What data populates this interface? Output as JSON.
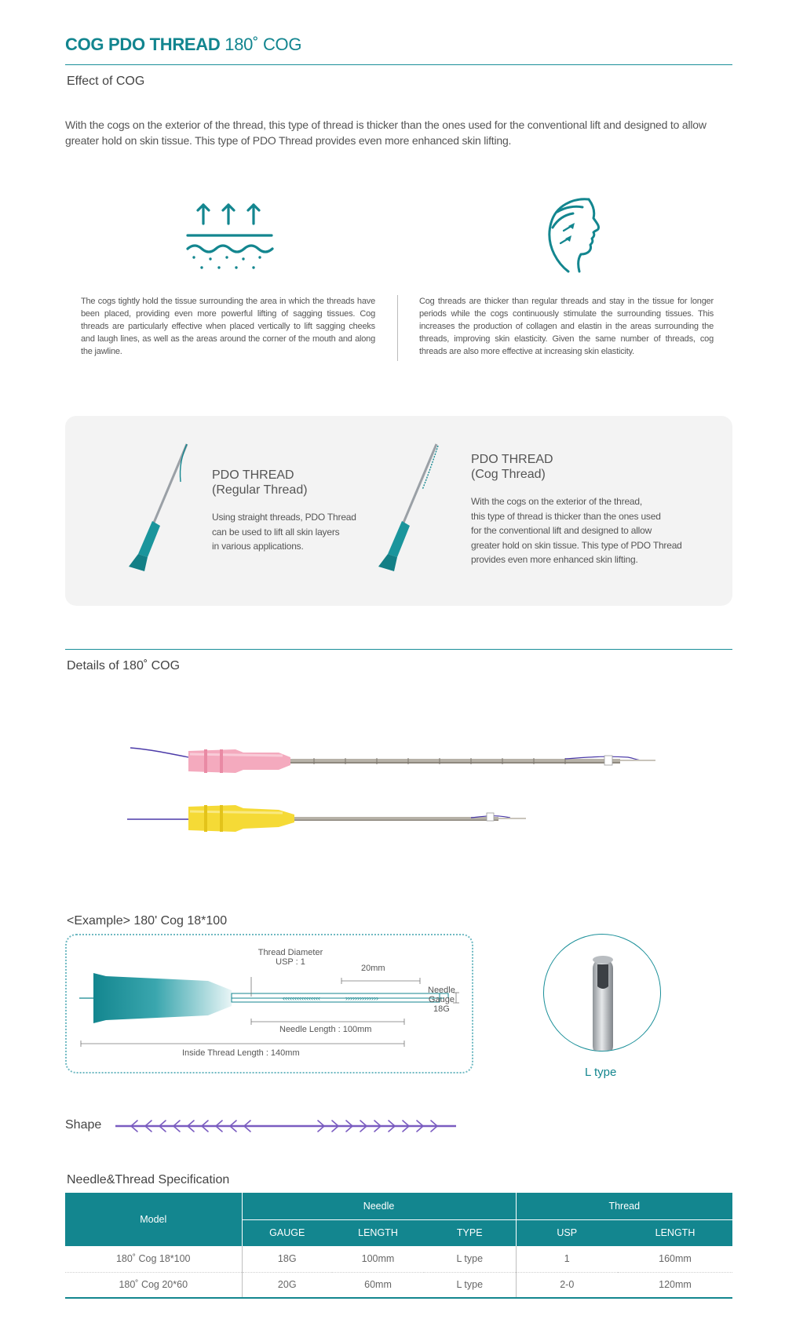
{
  "header": {
    "title_bold": "COG PDO THREAD",
    "title_light": "180˚ COG"
  },
  "effect": {
    "heading": "Effect of COG",
    "intro": "With the cogs on the exterior of the thread, this type of thread is thicker than the ones used for the conventional lift and designed to allow greater hold on skin tissue. This type of PDO Thread provides even more enhanced skin lifting.",
    "left_text": "The cogs tightly hold the tissue surrounding the area in which the threads have been placed, providing even more powerful lifting of sagging tissues. Cog threads are particularly effective when placed vertically to lift sagging cheeks and laugh lines, as well as the areas around the corner of the mouth and along the jawline.",
    "right_text": "Cog threads are thicker than regular threads and stay in the tissue for longer periods while the cogs continuously stimulate the surrounding tissues. This increases the production of collagen and elastin in the areas surrounding the threads, improving skin elasticity. Given the same number of threads, cog threads are also more effective at increasing skin elasticity.",
    "left_icon": "skin-lift-arrows-icon",
    "right_icon": "face-lift-icon"
  },
  "compare": {
    "regular": {
      "title_line1": "PDO THREAD",
      "title_line2": "(Regular Thread)",
      "text_lines": [
        "Using straight threads, PDO Thread",
        "can be used to lift all skin layers",
        "in various applications."
      ]
    },
    "cog": {
      "title_line1": "PDO THREAD",
      "title_line2": "(Cog Thread)",
      "text_lines": [
        "With the cogs on the exterior of the thread,",
        "this type of thread is thicker than the ones used",
        "for the conventional lift and designed to allow",
        "greater hold on skin tissue. This type of PDO Thread",
        "provides even more enhanced skin lifting."
      ]
    }
  },
  "details": {
    "heading": "Details of 180˚ COG"
  },
  "example": {
    "heading": "<Example> 180' Cog 18*100",
    "thread_diameter": "Thread Diameter",
    "usp": "USP : 1",
    "dim_20mm": "20mm",
    "needle_gauge_line1": "Needle",
    "needle_gauge_line2": "Gauge",
    "needle_gauge_line3": "18G",
    "needle_length": "Needle Length : 100mm",
    "inside_thread_length": "Inside Thread Length : 140mm",
    "tip_type": "L  type"
  },
  "shape": {
    "label": "Shape"
  },
  "spec": {
    "heading": "Needle&Thread Specification",
    "col_model": "Model",
    "group_needle": "Needle",
    "group_thread": "Thread",
    "sub_headers": [
      "GAUGE",
      "LENGTH",
      "TYPE",
      "USP",
      "LENGTH"
    ],
    "rows": [
      {
        "model": "180˚ Cog 18*100",
        "gauge": "18G",
        "needle_length": "100mm",
        "type": "L type",
        "usp": "1",
        "thread_length": "160mm"
      },
      {
        "model": "180˚ Cog 20*60",
        "gauge": "20G",
        "needle_length": "60mm",
        "type": "L type",
        "usp": "2-0",
        "thread_length": "120mm"
      }
    ]
  },
  "colors": {
    "teal": "#13868f",
    "pink_hub": "#f3a3b8",
    "yellow_hub": "#f4d82b",
    "purple_thread": "#7a5cc0"
  }
}
